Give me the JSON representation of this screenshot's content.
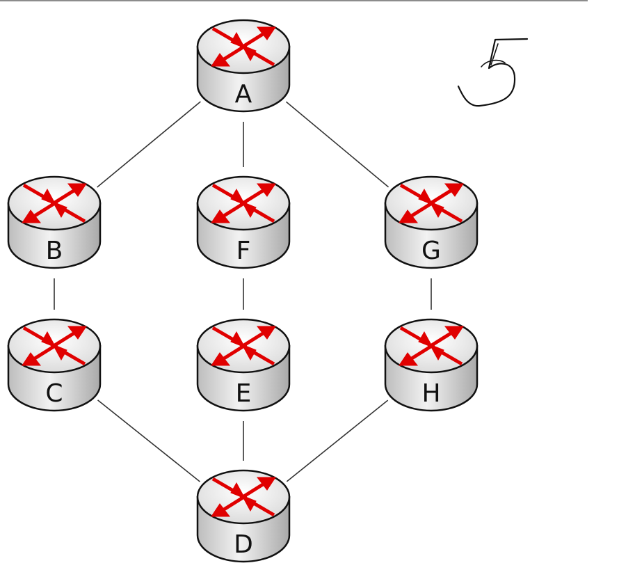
{
  "diagram": {
    "nodes": [
      {
        "id": "A",
        "label": "A"
      },
      {
        "id": "B",
        "label": "B"
      },
      {
        "id": "F",
        "label": "F"
      },
      {
        "id": "G",
        "label": "G"
      },
      {
        "id": "C",
        "label": "C"
      },
      {
        "id": "E",
        "label": "E"
      },
      {
        "id": "H",
        "label": "H"
      },
      {
        "id": "D",
        "label": "D"
      }
    ],
    "edges": [
      [
        "A",
        "B"
      ],
      [
        "A",
        "F"
      ],
      [
        "A",
        "G"
      ],
      [
        "B",
        "C"
      ],
      [
        "F",
        "E"
      ],
      [
        "G",
        "H"
      ],
      [
        "C",
        "D"
      ],
      [
        "E",
        "D"
      ],
      [
        "H",
        "D"
      ]
    ],
    "handwritten_note": "5",
    "colors": {
      "router_body": "#e6e6e6",
      "router_top": "#f4f4f4",
      "router_outline": "#111111",
      "arrow": "#e00000",
      "link": "#333333"
    }
  }
}
